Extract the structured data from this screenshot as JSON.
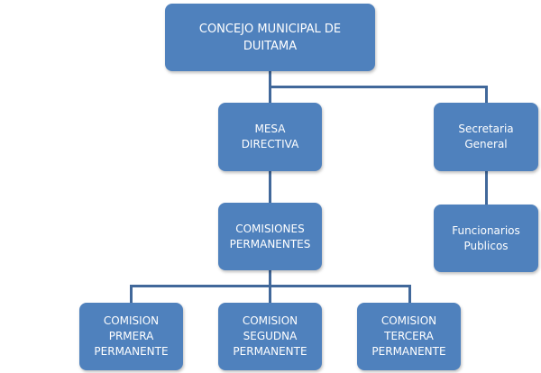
{
  "diagram": {
    "type": "org-chart",
    "colors": {
      "node_fill": "#4f81bd",
      "connector": "#41689a",
      "text": "#ffffff"
    },
    "nodes": {
      "concejo": "CONCEJO MUNICIPAL DE\nDUITAMA",
      "mesa": "MESA\nDIRECTIVA",
      "secretaria": "Secretaria\nGeneral",
      "comisiones": "COMISIONES\nPERMANENTES",
      "funcionarios": "Funcionarios\nPublicos",
      "comision1": "COMISION\nPRMERA\nPERMANENTE",
      "comision2": "COMISION\nSEGUDNA\nPERMANENTE",
      "comision3": "COMISION\nTERCERA\nPERMANENTE"
    },
    "edges": [
      [
        "concejo",
        "mesa"
      ],
      [
        "concejo",
        "secretaria"
      ],
      [
        "mesa",
        "comisiones"
      ],
      [
        "secretaria",
        "funcionarios"
      ],
      [
        "comisiones",
        "comision1"
      ],
      [
        "comisiones",
        "comision2"
      ],
      [
        "comisiones",
        "comision3"
      ]
    ]
  }
}
